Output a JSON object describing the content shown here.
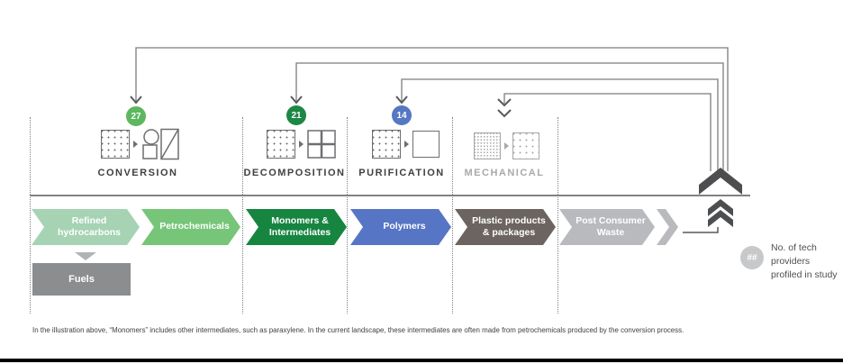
{
  "categories": [
    {
      "label": "CONVERSION",
      "count": "27",
      "badge_color": "#5cb75f"
    },
    {
      "label": "DECOMPOSITION",
      "count": "21",
      "badge_color": "#1e8745"
    },
    {
      "label": "PURIFICATION",
      "count": "14",
      "badge_color": "#5677c2"
    },
    {
      "label": "MECHANICAL",
      "count": null,
      "badge_color": null
    }
  ],
  "flow": [
    {
      "label": "Refined hydrocarbons",
      "color": "#a6d3b3"
    },
    {
      "label": "Petrochemicals",
      "color": "#76c578"
    },
    {
      "label": "Monomers & Intermediates",
      "color": "#168540"
    },
    {
      "label": "Polymers",
      "color": "#5775c5"
    },
    {
      "label": "Plastic products & packages",
      "color": "#6b6461"
    },
    {
      "label": "Post Consumer Waste",
      "color": "#b8babd"
    }
  ],
  "byproduct": {
    "label": "Fuels",
    "color": "#8b8d8f"
  },
  "legend": {
    "badge": "##",
    "text": "No. of tech providers profiled in study"
  },
  "footnote": "In the illustration above, “Monomers” includes other intermediates, such as paraxylene. In the current landscape, these intermediates are often made from petrochemicals produced by the conversion process.",
  "line_color": "#7b7c7e",
  "chevron_color": "#4d4e50"
}
